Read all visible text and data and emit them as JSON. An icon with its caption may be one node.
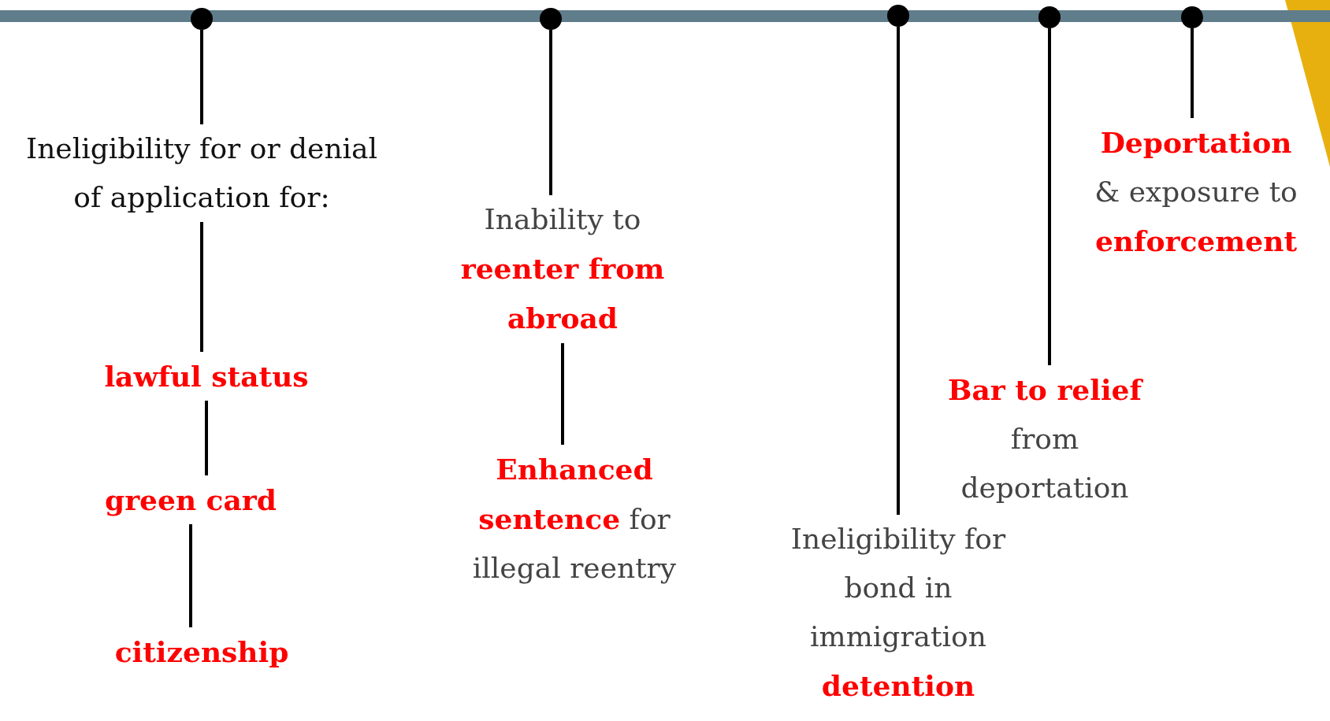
{
  "diagram": {
    "nodes": [
      {
        "text": [],
        "shape": "circle"
      },
      {
        "text": [
          "Ineligibility for or denial of application for:"
        ]
      },
      {
        "text": [
          "lawful status"
        ]
      },
      {
        "text": [
          "green card"
        ]
      },
      {
        "text": [
          "citizenship"
        ]
      },
      {
        "text": [],
        "shape": "circle"
      },
      {
        "text": [
          "Inability to **reenter from abroad**"
        ]
      },
      {
        "text": [
          "**Enhanced sentence** for illegal reentry"
        ]
      },
      {
        "text": [],
        "shape": "circle"
      },
      {
        "text": [
          "Ineligibility for bond in immigration **detention**"
        ]
      },
      {
        "text": [],
        "shape": "circle"
      },
      {
        "text": [
          "**Bar to relief** from deportation"
        ]
      },
      {
        "text": [],
        "shape": "circle"
      },
      {
        "text": [
          "**Deportation** & exposure to **enforcement**"
        ]
      }
    ],
    "edges": [
      {
        "from": 0,
        "to": 1,
        "arrow": "none"
      },
      {
        "from": 1,
        "to": 2,
        "arrow": "none"
      },
      {
        "from": 2,
        "to": 3,
        "arrow": "none"
      },
      {
        "from": 3,
        "to": 4,
        "arrow": "none"
      },
      {
        "from": 5,
        "to": 6,
        "arrow": "none"
      },
      {
        "from": 6,
        "to": 7,
        "arrow": "none"
      },
      {
        "from": 8,
        "to": 9,
        "arrow": "none"
      },
      {
        "from": 10,
        "to": 11,
        "arrow": "none"
      },
      {
        "from": 12,
        "to": 13,
        "arrow": "none"
      }
    ]
  }
}
